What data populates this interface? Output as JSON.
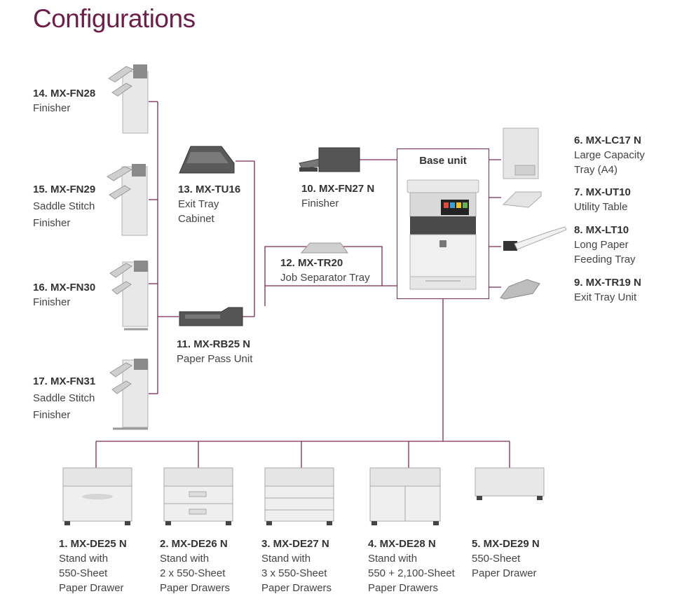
{
  "title": "Configurations",
  "colors": {
    "title": "#6d1f4b",
    "connector": "#7a2a55"
  },
  "base_unit": {
    "label": "Base unit"
  },
  "options": [
    {
      "code": "1. MX-DE25 N",
      "desc": [
        "Stand with",
        "550-Sheet",
        "Paper Drawer"
      ]
    },
    {
      "code": "2. MX-DE26 N",
      "desc": [
        "Stand with",
        "2 x 550-Sheet",
        "Paper Drawers"
      ]
    },
    {
      "code": "3. MX-DE27 N",
      "desc": [
        "Stand with",
        "3 x 550-Sheet",
        "Paper Drawers"
      ]
    },
    {
      "code": "4. MX-DE28 N",
      "desc": [
        "Stand with",
        "550 + 2,100-Sheet",
        "Paper Drawers"
      ]
    },
    {
      "code": "5. MX-DE29 N",
      "desc": [
        "550-Sheet",
        "Paper Drawer"
      ]
    },
    {
      "code": "6. MX-LC17 N",
      "desc": [
        "Large Capacity",
        "Tray (A4)"
      ]
    },
    {
      "code": "7. MX-UT10",
      "desc": [
        "Utility Table"
      ]
    },
    {
      "code": "8. MX-LT10",
      "desc": [
        "Long Paper",
        "Feeding Tray"
      ]
    },
    {
      "code": "9. MX-TR19 N",
      "desc": [
        "Exit Tray Unit"
      ]
    },
    {
      "code": "10. MX-FN27 N",
      "desc": [
        "Finisher"
      ]
    },
    {
      "code": "11. MX-RB25 N",
      "desc": [
        "Paper Pass Unit"
      ]
    },
    {
      "code": "12. MX-TR20",
      "desc": [
        "Job Separator Tray"
      ]
    },
    {
      "code": "13. MX-TU16",
      "desc": [
        "Exit Tray",
        "Cabinet"
      ]
    },
    {
      "code": "14. MX-FN28",
      "desc": [
        "Finisher"
      ]
    },
    {
      "code": "15. MX-FN29",
      "desc": [
        "Saddle Stitch",
        "Finisher"
      ]
    },
    {
      "code": "16. MX-FN30",
      "desc": [
        "Finisher"
      ]
    },
    {
      "code": "17. MX-FN31",
      "desc": [
        "Saddle Stitch",
        "Finisher"
      ]
    }
  ]
}
